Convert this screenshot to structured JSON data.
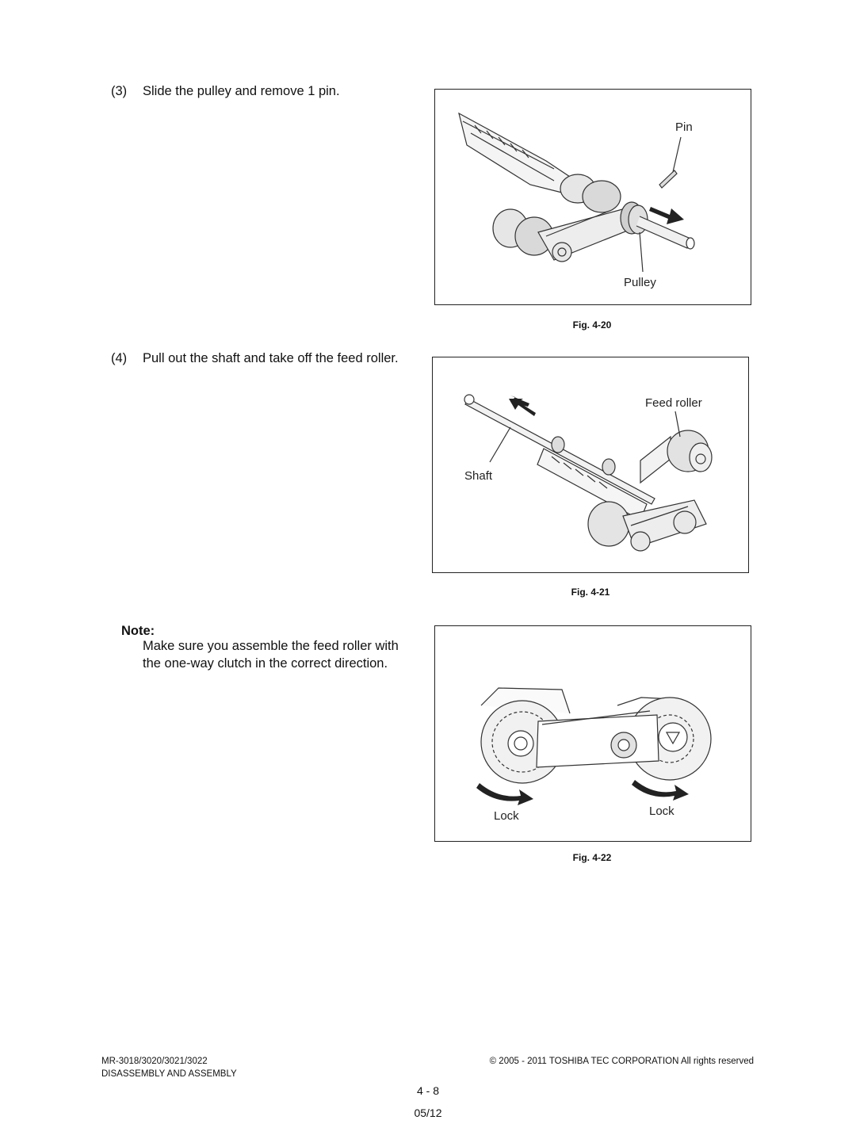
{
  "steps": [
    {
      "num": "(3)",
      "text": "Slide the pulley and remove 1 pin."
    },
    {
      "num": "(4)",
      "text": "Pull out the shaft and take off the feed roller."
    }
  ],
  "figures": [
    {
      "caption": "Fig. 4-20",
      "labels": {
        "pin": "Pin",
        "pulley": "Pulley"
      }
    },
    {
      "caption": "Fig. 4-21",
      "labels": {
        "feed_roller": "Feed roller",
        "shaft": "Shaft"
      }
    },
    {
      "caption": "Fig. 4-22",
      "labels": {
        "lock_left": "Lock",
        "lock_right": "Lock"
      }
    }
  ],
  "note": {
    "title": "Note:",
    "lines": [
      "Make sure you assemble the feed roller with",
      "the one-way clutch in the correct direction."
    ]
  },
  "footer": {
    "model": "MR-3018/3020/3021/3022",
    "section": "DISASSEMBLY AND ASSEMBLY",
    "copyright": "© 2005 - 2011 TOSHIBA TEC CORPORATION All rights reserved",
    "page": "4 - 8",
    "date": "05/12"
  }
}
